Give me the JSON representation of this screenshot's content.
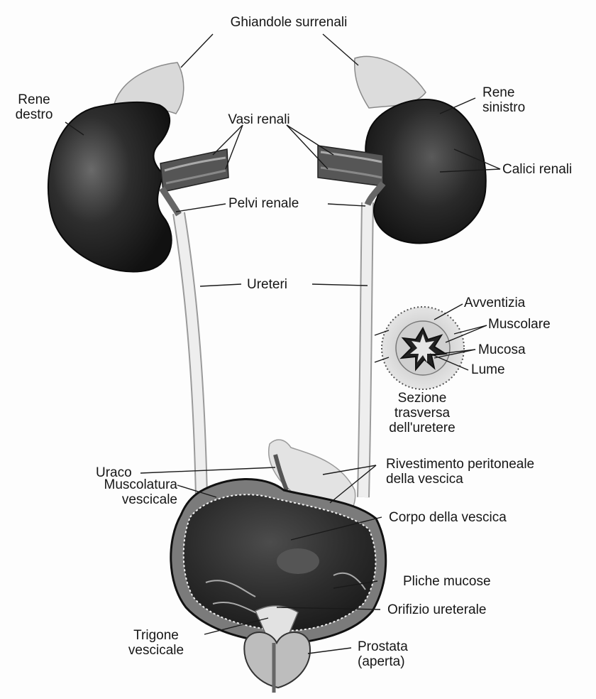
{
  "labels": {
    "ghiandole": "Ghiandole surrenali",
    "rene_destro": [
      "Rene",
      "destro"
    ],
    "rene_sinistro": [
      "Rene",
      "sinistro"
    ],
    "vasi": "Vasi renali",
    "calici": "Calici renali",
    "pelvi": "Pelvi renale",
    "ureteri": "Ureteri",
    "avventizia": "Avventizia",
    "muscolare": "Muscolare",
    "mucosa": "Mucosa",
    "lume": "Lume",
    "sezione": [
      "Sezione",
      "trasversa",
      "dell'uretere"
    ],
    "uraco": "Uraco",
    "rivestimento": [
      "Rivestimento peritoneale",
      "della vescica"
    ],
    "muscolatura": [
      "Muscolatura",
      "vescicale"
    ],
    "corpo": "Corpo della vescica",
    "pliche": "Pliche mucose",
    "orifizio": "Orifizio ureterale",
    "trigone": [
      "Trigone",
      "vescicale"
    ],
    "prostata": [
      "Prostata",
      "(aperta)"
    ]
  },
  "colors": {
    "kidney": "#2a2a2a",
    "adrenal": "#d9d9d9",
    "ureter": "#ececec",
    "leader": "#1a1a1a"
  }
}
